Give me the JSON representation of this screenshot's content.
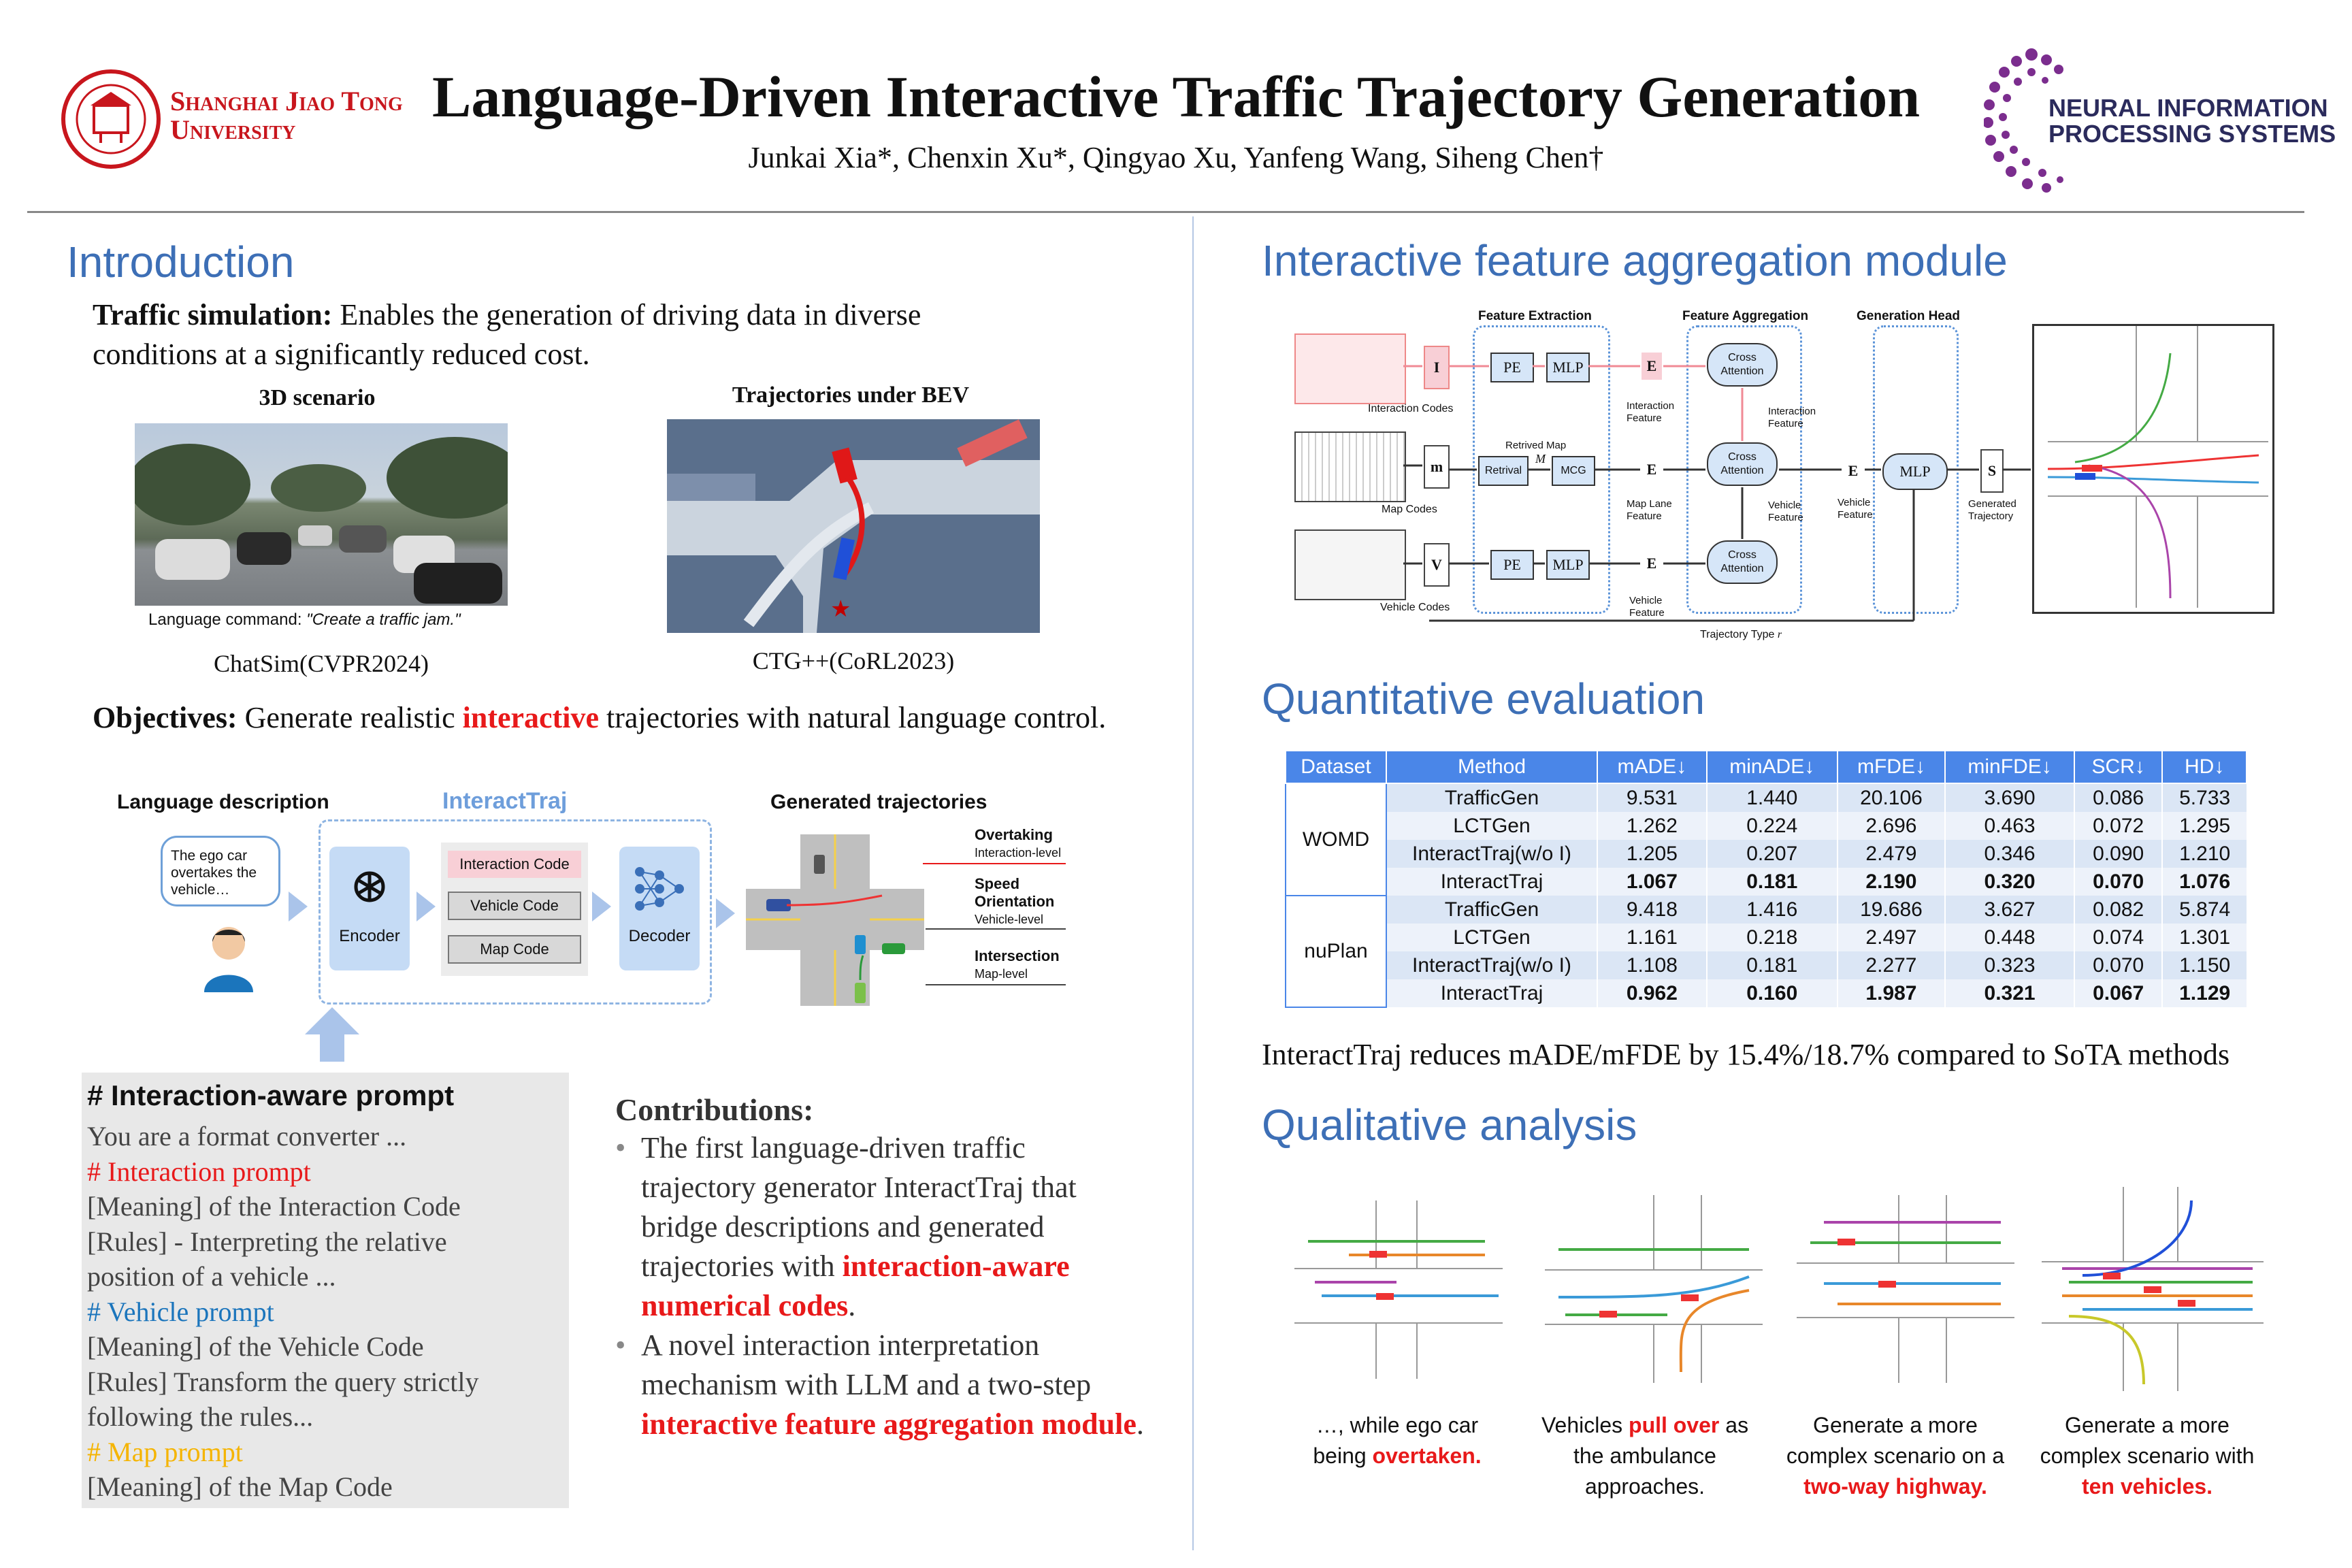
{
  "header": {
    "university_line1": "Shanghai Jiao Tong",
    "university_line2": "University",
    "title": "Language-Driven Interactive Traffic Trajectory Generation",
    "authors": "Junkai Xia*, Chenxin Xu*, Qingyao Xu, Yanfeng Wang, Siheng Chen†",
    "conf_line1": "NEURAL INFORMATION",
    "conf_line2": "PROCESSING SYSTEMS"
  },
  "intro": {
    "heading": "Introduction",
    "sim_label": "Traffic simulation:",
    "sim_text": " Enables the generation of driving data in diverse conditions at a significantly reduced cost.",
    "scenario_title": "3D scenario",
    "bev_title": "Trajectories under BEV",
    "lang_cmd_label": "Language command: ",
    "lang_cmd_value": "\"Create a traffic jam.\"",
    "caption_left": "ChatSim(CVPR2024)",
    "caption_right": "CTG++(CoRL2023)",
    "obj_label": "Objectives:",
    "obj_text1": " Generate realistic ",
    "obj_highlight": "interactive",
    "obj_text2": " trajectories with natural language control."
  },
  "pipeline": {
    "lang_desc_title": "Language description",
    "speech": "The ego car overtakes the vehicle…",
    "framework_title": "InteractTraj",
    "encoder": "Encoder",
    "interaction_code": "Interaction Code",
    "vehicle_code": "Vehicle Code",
    "map_code": "Map Code",
    "decoder": "Decoder",
    "generated_title": "Generated trajectories",
    "level1_name": "Overtaking",
    "level1_sub": "Interaction-level",
    "level2_name1": "Speed",
    "level2_name2": "Orientation",
    "level2_sub": "Vehicle-level",
    "level3_name": "Intersection",
    "level3_sub": "Map-level"
  },
  "prompt": {
    "title": "# Interaction-aware prompt",
    "lines": [
      {
        "text": "You are a format converter ..."
      },
      {
        "text": "# Interaction prompt"
      },
      {
        "text": "[Meaning] of the Interaction Code"
      },
      {
        "text": "[Rules] - Interpreting the relative"
      },
      {
        "text": "position of a vehicle ..."
      },
      {
        "text": "# Vehicle prompt"
      },
      {
        "text": "[Meaning] of the Vehicle Code"
      },
      {
        "text": "[Rules] Transform the query strictly"
      },
      {
        "text": "following the rules..."
      },
      {
        "text": "# Map prompt"
      },
      {
        "text": "[Meaning] of the Map Code"
      }
    ],
    "colors": {
      "interaction": "#e8191a",
      "vehicle": "#1b75bc",
      "map": "#f5b400"
    }
  },
  "contributions": {
    "title": "Contributions:",
    "item1_a": "The first language-driven traffic trajectory generator InteractTraj that bridge descriptions and generated trajectories with ",
    "item1_b": "interaction-aware numerical codes",
    "item1_c": ".",
    "item2_a": "A novel interaction interpretation mechanism with LLM and a two-step ",
    "item2_b": "interactive feature aggregation module",
    "item2_c": "."
  },
  "module": {
    "heading": "Interactive feature aggregation module",
    "feature_extraction": "Feature Extraction",
    "feature_aggregation": "Feature Aggregation",
    "generation_head": "Generation Head",
    "interaction_codes": "Interaction Codes",
    "map_codes": "Map Codes",
    "vehicle_codes": "Vehicle Codes",
    "I": "I",
    "m": "m",
    "V": "V",
    "pe": "PE",
    "mlp_i": "MLP",
    "mlp_v": "MLP",
    "retrieval": "Retrival",
    "retrived_map": "Retrived Map",
    "M": "M",
    "mcg": "MCG",
    "E_I": "E",
    "E_M": "E",
    "E_V": "E",
    "interaction_feature": "Interaction Feature",
    "map_lane_feature": "Map Lane Feature",
    "vehicle_feature": "Vehicle Feature",
    "cross_attention": "Cross Attention",
    "interaction_feature2": "Interaction Feature",
    "vehicle_feature2": "Vehicle Feature",
    "vehicle_feature3": "Vehicle Feature",
    "mlp_head": "MLP",
    "S": "S",
    "generated_trajectory": "Generated Trajectory",
    "trajectory_type": "Trajectory Type",
    "r": "r"
  },
  "quant": {
    "heading": "Quantitative evaluation",
    "headers": [
      "Dataset",
      "Method",
      "mADE↓",
      "minADE↓",
      "mFDE↓",
      "minFDE↓",
      "SCR↓",
      "HD↓"
    ],
    "datasets": [
      "WOMD",
      "nuPlan"
    ],
    "womd_rows": [
      {
        "method": "TrafficGen",
        "mADE": "9.531",
        "minADE": "1.440",
        "mFDE": "20.106",
        "minFDE": "3.690",
        "SCR": "0.086",
        "HD": "5.733"
      },
      {
        "method": "LCTGen",
        "mADE": "1.262",
        "minADE": "0.224",
        "mFDE": "2.696",
        "minFDE": "0.463",
        "SCR": "0.072",
        "HD": "1.295"
      },
      {
        "method": "InteractTraj(w/o I)",
        "mADE": "1.205",
        "minADE": "0.207",
        "mFDE": "2.479",
        "minFDE": "0.346",
        "SCR": "0.090",
        "HD": "1.210"
      },
      {
        "method": "InteractTraj",
        "mADE": "1.067",
        "minADE": "0.181",
        "mFDE": "2.190",
        "minFDE": "0.320",
        "SCR": "0.070",
        "HD": "1.076"
      }
    ],
    "nuplan_rows": [
      {
        "method": "TrafficGen",
        "mADE": "9.418",
        "minADE": "1.416",
        "mFDE": "19.686",
        "minFDE": "3.627",
        "SCR": "0.082",
        "HD": "5.874"
      },
      {
        "method": "LCTGen",
        "mADE": "1.161",
        "minADE": "0.218",
        "mFDE": "2.497",
        "minFDE": "0.448",
        "SCR": "0.074",
        "HD": "1.301"
      },
      {
        "method": "InteractTraj(w/o I)",
        "mADE": "1.108",
        "minADE": "0.181",
        "mFDE": "2.277",
        "minFDE": "0.323",
        "SCR": "0.070",
        "HD": "1.150"
      },
      {
        "method": "InteractTraj",
        "mADE": "0.962",
        "minADE": "0.160",
        "mFDE": "1.987",
        "minFDE": "0.321",
        "SCR": "0.067",
        "HD": "1.129"
      }
    ],
    "summary": "InteractTraj reduces mADE/mFDE by 15.4%/18.7% compared to SoTA methods"
  },
  "qual": {
    "heading": "Qualitative analysis",
    "cap1_a": "…, while ego car being ",
    "cap1_b": "overtaken.",
    "cap2_a": "Vehicles ",
    "cap2_b": "pull over",
    "cap2_c": " as the ambulance approaches.",
    "cap3_a": "Generate a more complex scenario on a ",
    "cap3_b": "two-way highway.",
    "cap4_a": "Generate a more complex scenario with ",
    "cap4_b": "ten vehicles."
  },
  "colors": {
    "accent_blue": "#3d6fb6",
    "highlight_red": "#e8191a",
    "table_header": "#4a86e8",
    "sjtu_red": "#c8161d",
    "neurips_purple": "#7b2d8e"
  }
}
